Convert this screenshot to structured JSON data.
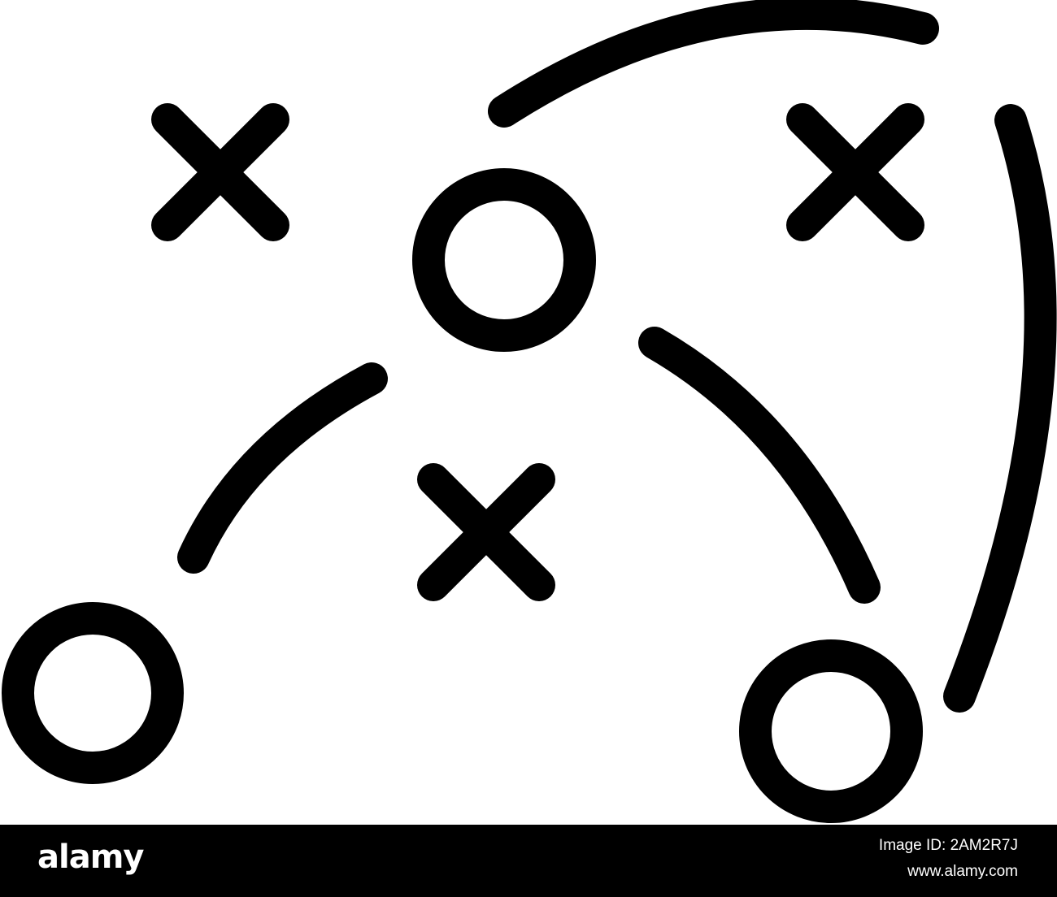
{
  "icon": {
    "name": "strategy-play-diagram-icon",
    "stroke_color": "#000000",
    "background_color": "#ffffff"
  },
  "watermark": {
    "brand": "alamy",
    "image_id": "Image ID: 2AM2R7J",
    "url": "www.alamy.com",
    "bar_color": "#000000",
    "text_color": "#ffffff"
  }
}
